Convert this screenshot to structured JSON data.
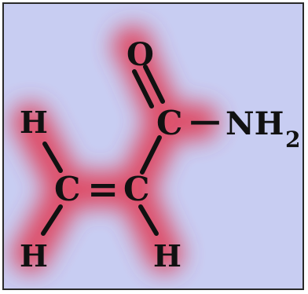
{
  "molecule": {
    "atoms": {
      "oxygen": "O",
      "carbonyl_carbon": "C",
      "nitrogen_group": "NH",
      "nitrogen_subscript": "2",
      "alpha_carbon": "C",
      "vinyl_carbon": "C",
      "h_top_left": "H",
      "h_bottom_left": "H",
      "h_bottom_right": "H"
    },
    "bonds": {
      "c_n_bond": "—",
      "c_c_double_bond": "="
    }
  },
  "colors": {
    "background": "#c8cdf2",
    "glow": "#e0405a",
    "ink": "#111111",
    "border": "#2a2a2a"
  }
}
